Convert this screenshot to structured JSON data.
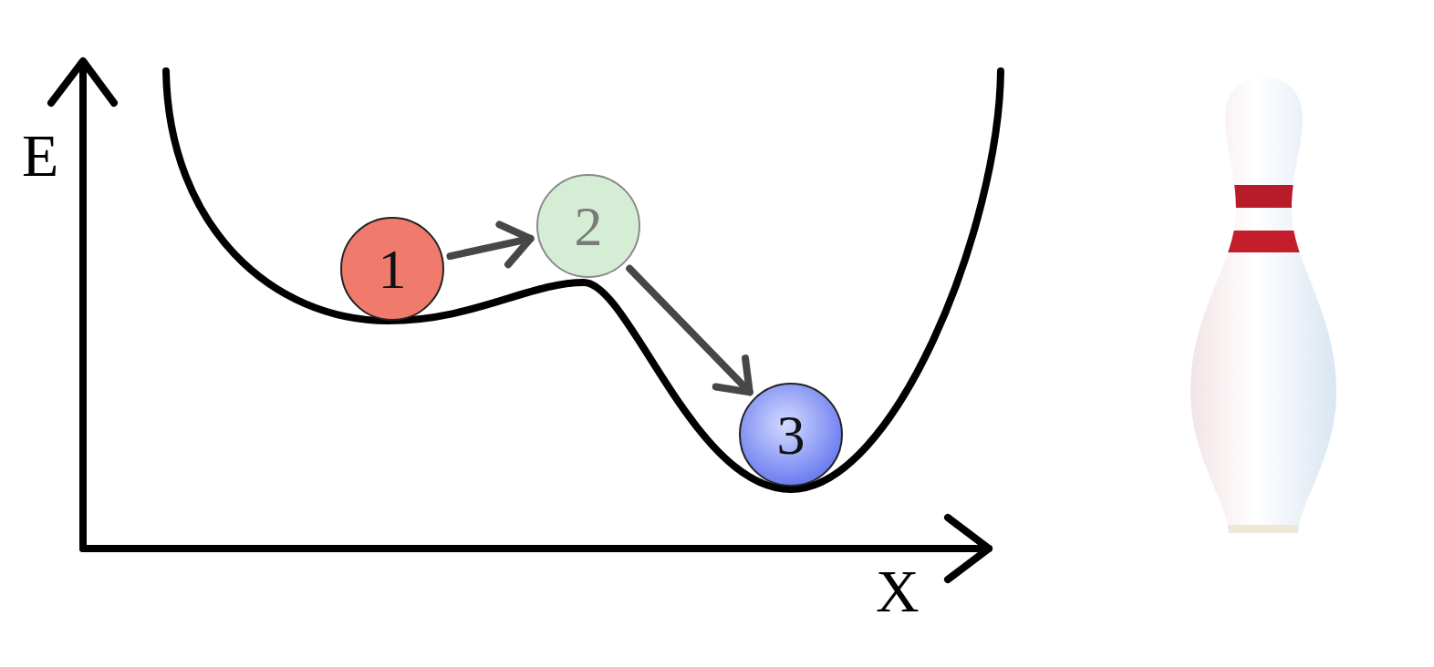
{
  "diagram": {
    "nodes": [
      {
        "text": [
          "1"
        ]
      },
      {
        "text": [
          "2"
        ]
      },
      {
        "text": [
          "3"
        ]
      }
    ],
    "edges": [
      {
        "from": 0,
        "to": 1,
        "arrow": "to"
      },
      {
        "from": 1,
        "to": 2,
        "arrow": "to"
      }
    ],
    "labels": [
      "E",
      "X"
    ]
  }
}
